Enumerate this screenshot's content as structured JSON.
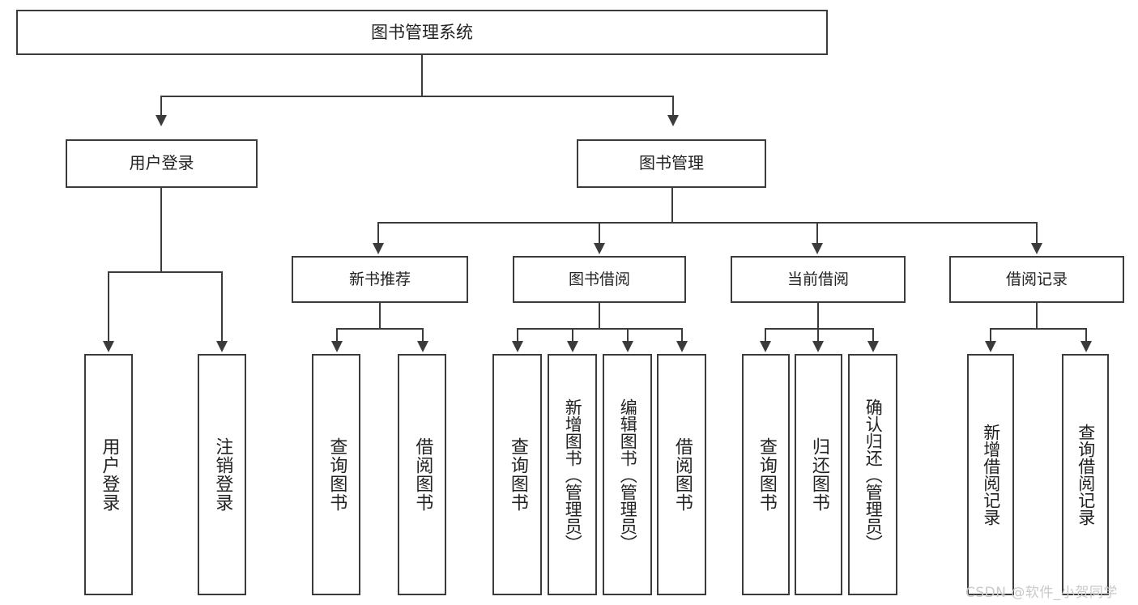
{
  "diagram": {
    "title": "图书管理系统",
    "type": "hierarchy-tree",
    "root": {
      "name": "root-node",
      "label": "图书管理系统"
    },
    "level1": [
      {
        "name": "node-user-login",
        "label": "用户登录"
      },
      {
        "name": "node-book-management",
        "label": "图书管理"
      }
    ],
    "level2": [
      {
        "name": "node-new-book-recommend",
        "label": "新书推荐"
      },
      {
        "name": "node-book-borrow",
        "label": "图书借阅"
      },
      {
        "name": "node-current-borrow",
        "label": "当前借阅"
      },
      {
        "name": "node-borrow-record",
        "label": "借阅记录"
      }
    ],
    "leaves": {
      "user_login": [
        {
          "name": "leaf-user-login",
          "label": "用户登录"
        },
        {
          "name": "leaf-logout",
          "label": "注销登录"
        }
      ],
      "new_book_recommend": [
        {
          "name": "leaf-query-book-1",
          "label": "查询图书"
        },
        {
          "name": "leaf-borrow-book-1",
          "label": "借阅图书"
        }
      ],
      "book_borrow": [
        {
          "name": "leaf-query-book-2",
          "label": "查询图书"
        },
        {
          "name": "leaf-add-book",
          "label": "新增图书（管理员）"
        },
        {
          "name": "leaf-edit-book",
          "label": "编辑图书（管理员）"
        },
        {
          "name": "leaf-borrow-book-2",
          "label": "借阅图书"
        }
      ],
      "current_borrow": [
        {
          "name": "leaf-query-book-3",
          "label": "查询图书"
        },
        {
          "name": "leaf-return-book",
          "label": "归还图书"
        },
        {
          "name": "leaf-confirm-return",
          "label": "确认归还（管理员）"
        }
      ],
      "borrow_record": [
        {
          "name": "leaf-add-borrow-record",
          "label": "新增借阅记录"
        },
        {
          "name": "leaf-query-borrow-record",
          "label": "查询借阅记录"
        }
      ]
    }
  },
  "watermark": {
    "text": "CSDN @软件_小贺同学"
  },
  "colors": {
    "stroke": "#3b3b3b",
    "text": "#222222",
    "background": "#ffffff",
    "watermark": "#c9c9c9"
  }
}
